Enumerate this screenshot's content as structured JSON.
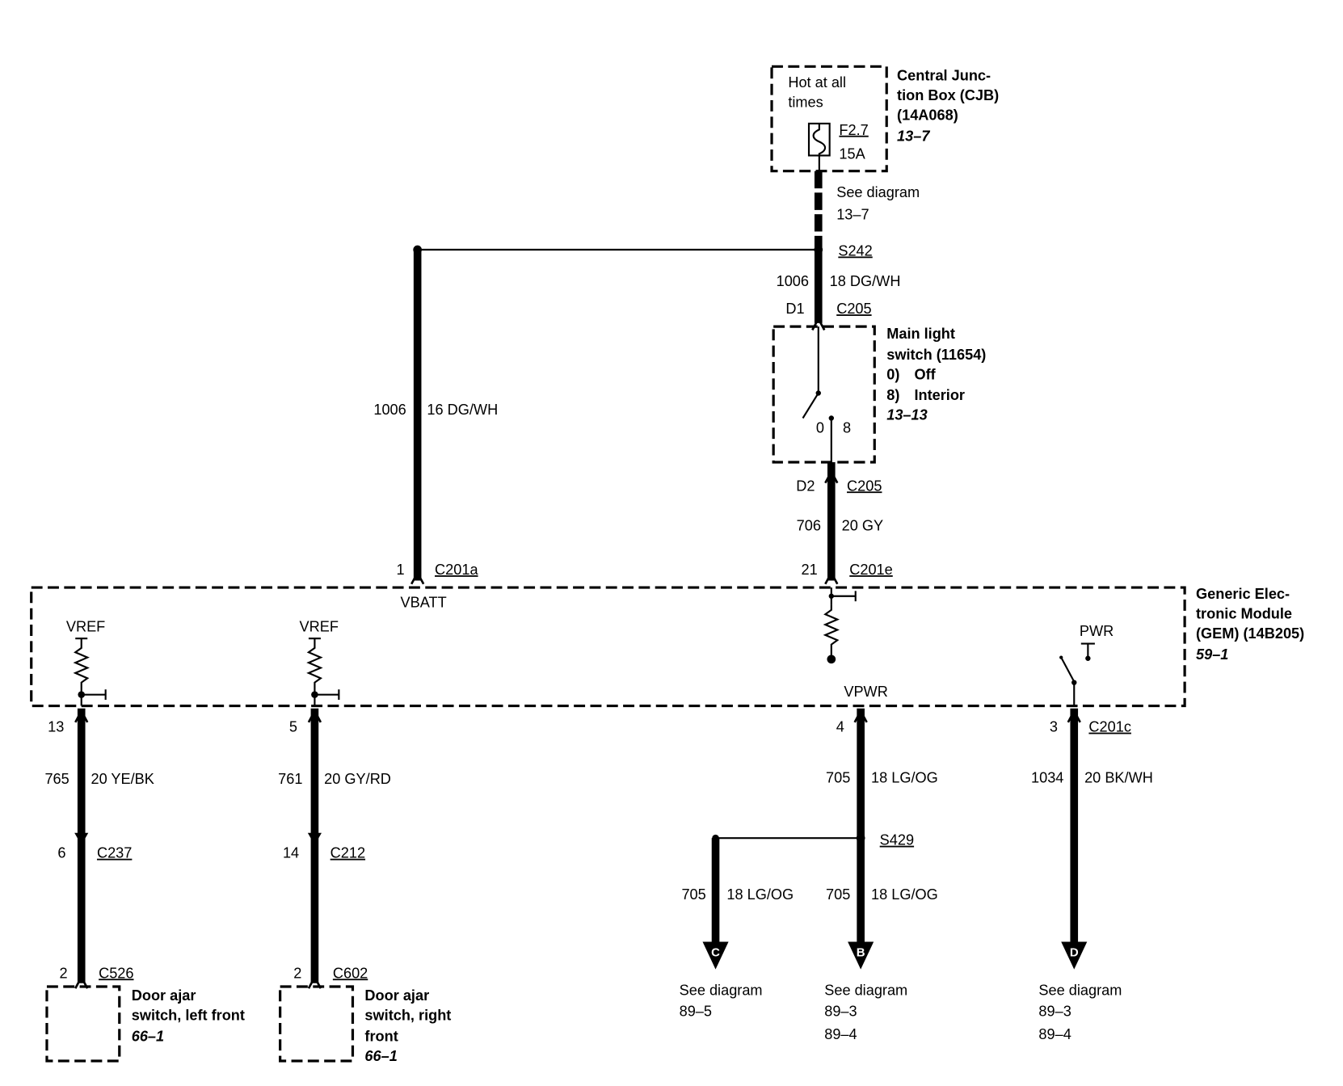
{
  "cjb": {
    "hot_line_1": "Hot at all",
    "hot_line_2": "times",
    "fuse_id": "F2.7",
    "fuse_rating": "15A",
    "name": [
      "Central Junc-",
      "tion Box (CJB)",
      "(14A068)"
    ],
    "ref": "13–7"
  },
  "cjb_feed": {
    "see": "See diagram",
    "ref": "13–7"
  },
  "splices": {
    "s242": "S242",
    "s429": "S429"
  },
  "main_light_switch": {
    "name": [
      "Main light",
      "switch (11654)"
    ],
    "positions": [
      {
        "num": "0)",
        "label": "Off"
      },
      {
        "num": "8)",
        "label": "Interior"
      }
    ],
    "ref": "13–13",
    "terminal_off": "0",
    "terminal_interior": "8",
    "top_connector": {
      "pin": "D1",
      "id": "C205"
    },
    "bottom_connector": {
      "pin": "D2",
      "id": "C205"
    }
  },
  "gem": {
    "name": [
      "Generic Elec-",
      "tronic Module",
      "(GEM) (14B205)"
    ],
    "ref": "59–1",
    "vbatt": "VBATT",
    "vpwr": "VPWR",
    "vref_left": "VREF",
    "vref_right": "VREF",
    "pwr": "PWR"
  },
  "circuits": {
    "feed_1006": {
      "circuit": "1006",
      "spec": "18 DG/WH"
    },
    "vbatt_1006": {
      "circuit": "1006",
      "spec": "16 DG/WH",
      "pin": "1",
      "connector": "C201a"
    },
    "c706": {
      "circuit": "706",
      "spec": "20 GY",
      "pin": "21",
      "connector": "C201e"
    },
    "c765": {
      "circuit": "765",
      "spec": "20 YE/BK",
      "gem_pin": "13",
      "inline_pin": "6",
      "inline_connector": "C237",
      "end_pin": "2",
      "end_connector": "C526"
    },
    "c761": {
      "circuit": "761",
      "spec": "20 GY/RD",
      "gem_pin": "5",
      "inline_pin": "14",
      "inline_connector": "C212",
      "end_pin": "2",
      "end_connector": "C602"
    },
    "c705_main": {
      "circuit": "705",
      "spec": "18 LG/OG",
      "gem_pin": "4"
    },
    "c705_branch_c": {
      "circuit": "705",
      "spec": "18 LG/OG",
      "offpage": "C",
      "see": "See diagram",
      "refs": [
        "89–5"
      ]
    },
    "c705_branch_b": {
      "circuit": "705",
      "spec": "18 LG/OG",
      "offpage": "B",
      "see": "See diagram",
      "refs": [
        "89–3",
        "89–4"
      ]
    },
    "c1034": {
      "circuit": "1034",
      "spec": "20 BK/WH",
      "gem_pin": "3",
      "connector": "C201c",
      "offpage": "D",
      "see": "See diagram",
      "refs": [
        "89–3",
        "89–4"
      ]
    }
  },
  "door_switch_left": {
    "name": [
      "Door ajar",
      "switch, left front"
    ],
    "ref": "66–1"
  },
  "door_switch_right": {
    "name": [
      "Door ajar",
      "switch, right",
      "front"
    ],
    "ref": "66–1"
  }
}
